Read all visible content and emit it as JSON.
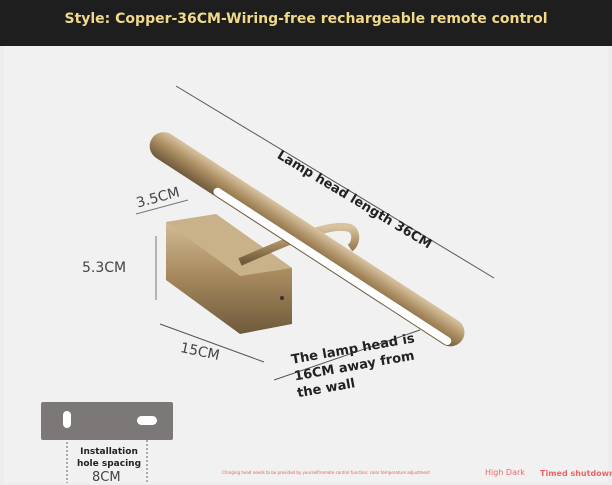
{
  "banner": {
    "title": "Style: Copper-36CM-Wiring-free rechargeable remote control"
  },
  "dimensions": {
    "lamp_head_length": "Lamp head length 36CM",
    "head_diameter": "3.5CM",
    "base_height": "5.3CM",
    "base_width": "15CM",
    "distance_note": "The lamp head is 16CM away from the wall"
  },
  "installation": {
    "label": "Installation hole spacing",
    "spacing": "8CM"
  },
  "footer": {
    "note": "Charging head needs to be provided by yourself/remote control function: color temperature adjustment",
    "high_dark": "High Dark",
    "timed_shutdown": "Timed shutdown"
  },
  "colors": {
    "banner_bg": "#1e1e1e",
    "banner_text": "#f0d98a",
    "lamp_copper": "#b59a72"
  }
}
